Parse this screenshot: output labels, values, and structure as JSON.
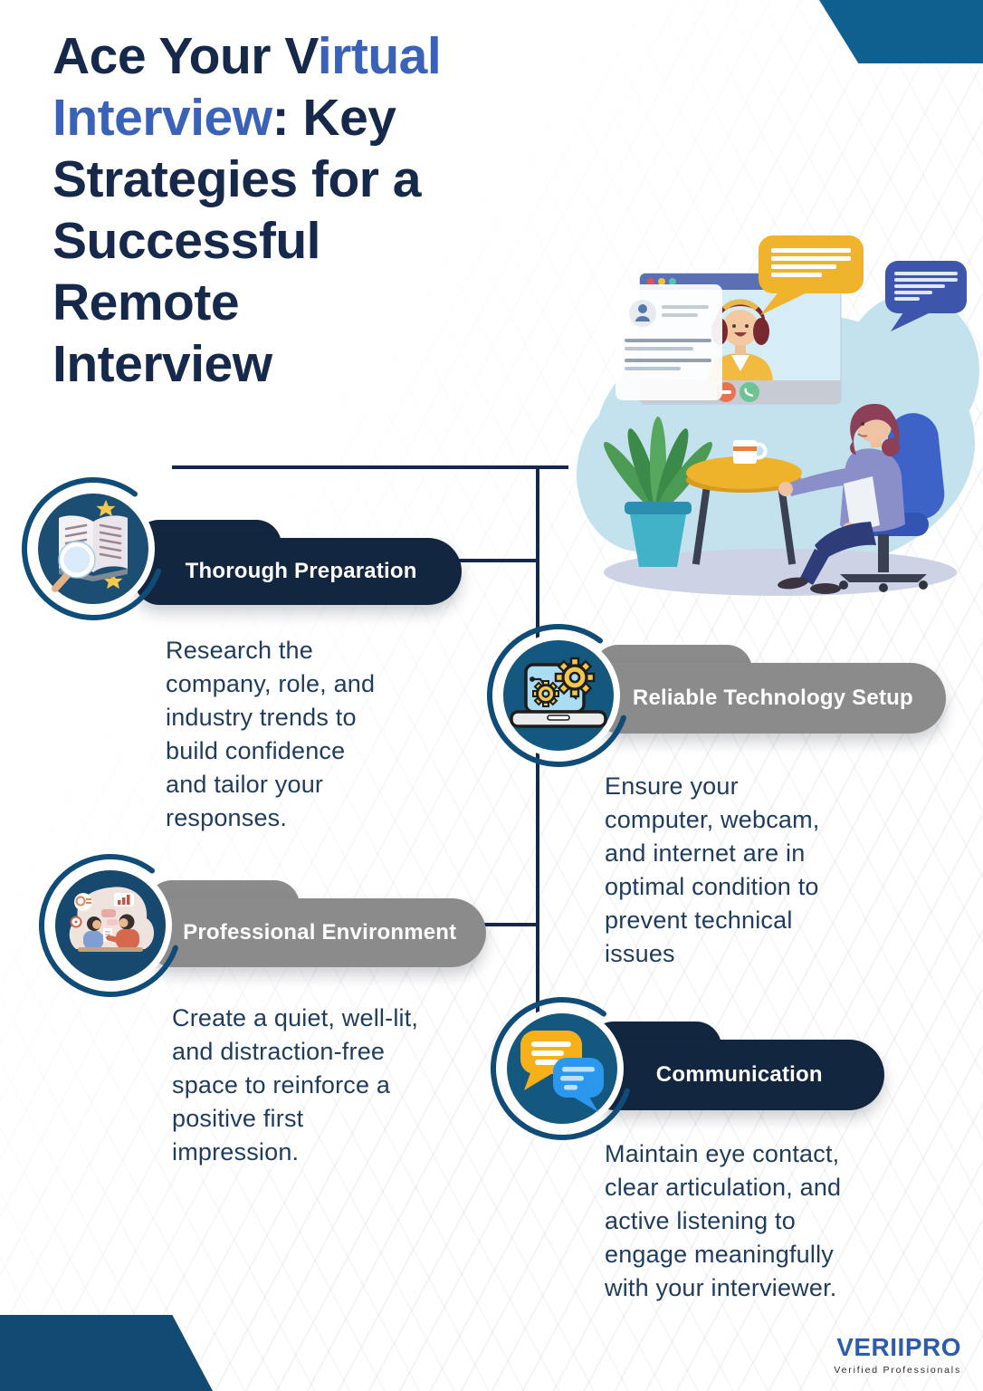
{
  "title": {
    "part1": "Ace Your V",
    "part2": "irtual\nInterview",
    "part3": ": Key\nStrategies for a\nSuccessful\nRemote\nInterview"
  },
  "sections": [
    {
      "label": "Thorough Preparation",
      "body": "Research the\ncompany, role, and\nindustry trends to\nbuild confidence\nand tailor your\nresponses.",
      "icon": "book-search-icon",
      "pill_color": "#13263f"
    },
    {
      "label": "Reliable Technology Setup",
      "body": "Ensure your\ncomputer, webcam,\nand internet are in\noptimal condition to\nprevent technical\nissues",
      "icon": "laptop-gears-icon",
      "pill_color": "#8b8b8b"
    },
    {
      "label": "Professional Environment",
      "body": "Create a quiet, well-lit,\nand distraction-free\nspace to reinforce a\npositive first\nimpression.",
      "icon": "interview-desk-icon",
      "pill_color": "#8b8b8b"
    },
    {
      "label": "Communication",
      "body": "Maintain eye contact,\nclear articulation, and\nactive listening to\nengage meaningfully\nwith your interviewer.",
      "icon": "chat-bubbles-icon",
      "pill_color": "#13263f"
    }
  ],
  "logo": {
    "name": "VERIIPRO",
    "tagline": "Verified Professionals"
  },
  "colors": {
    "title_dark": "#16294b",
    "title_accent": "#3a62b8",
    "pill_navy": "#13263f",
    "pill_gray": "#8b8b8b",
    "body_text": "#1f3c5e",
    "connector": "#16294b",
    "badge_ring": "#0f4c78",
    "badge_fill_1": "#1c4e74",
    "badge_fill_2": "#14587f",
    "badge_fill_3": "#17486e",
    "badge_fill_4": "#14587f",
    "corner_top_right": "#0f608f",
    "corner_bottom_left": "#114a72",
    "logo_blue": "#2e5cad"
  }
}
